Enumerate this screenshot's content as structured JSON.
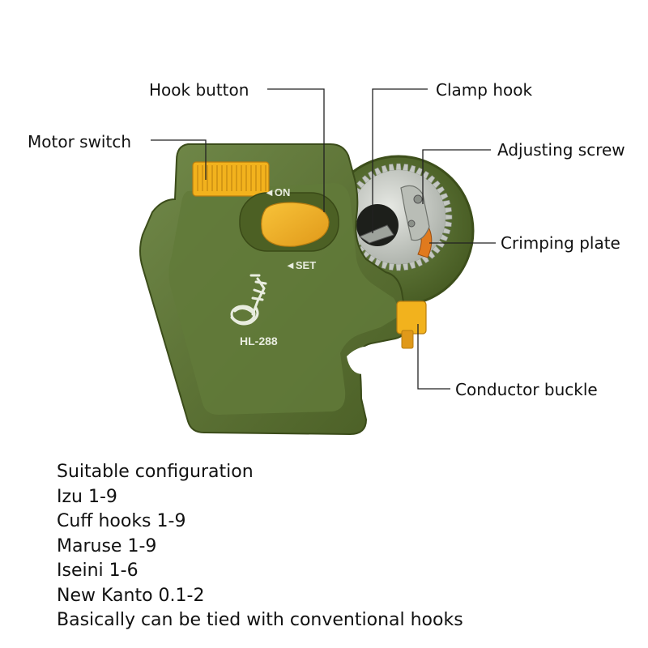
{
  "device": {
    "model": "HL-288",
    "on_marker": "◄ON",
    "set_marker": "◄SET",
    "colors": {
      "body": "#5b7134",
      "body_light": "#6f8744",
      "body_dark": "#46591f",
      "accent": "#f2b21d",
      "accent_dark": "#d9901a",
      "gear": "#c9cdc8",
      "crimp": "#e07a1e"
    }
  },
  "labels": {
    "hook_button": "Hook button",
    "clamp_hook": "Clamp hook",
    "motor_switch": "Motor switch",
    "adjusting_screw": "Adjusting screw",
    "crimping_plate": "Crimping plate",
    "conductor_buckle": "Conductor buckle"
  },
  "spec_lines": [
    "Suitable configuration",
    "Izu 1-9",
    "Cuff hooks 1-9",
    "Maruse 1-9",
    "Iseini 1-6",
    "New Kanto 0.1-2",
    "Basically can be tied with conventional hooks"
  ]
}
